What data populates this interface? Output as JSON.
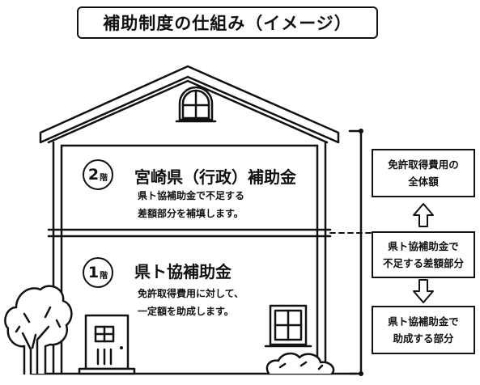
{
  "title": "補助制度の仕組み（イメージ）",
  "floor2": {
    "number": "2",
    "unit": "階",
    "name": "宮崎県（行政）補助金",
    "desc": [
      "県ト協補助金で不足する",
      "差額部分を補填します。"
    ]
  },
  "floor1": {
    "number": "1",
    "unit": "階",
    "name": "県ト協補助金",
    "desc": [
      "免許取得費用に対して、",
      "一定額を助成します。"
    ]
  },
  "side": {
    "top": [
      "免許取得費用の",
      "全体額"
    ],
    "middle": [
      "県ト協補助金で",
      "不足する差額部分"
    ],
    "bottom": [
      "県ト協補助金で",
      "助成する部分"
    ]
  },
  "icons": {
    "arrow_up": "arrow-up-icon",
    "arrow_down": "arrow-down-icon"
  }
}
